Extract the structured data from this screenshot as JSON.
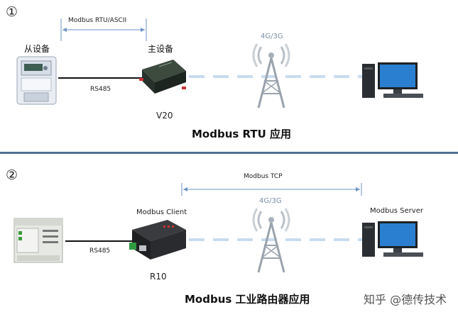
{
  "section1": {
    "number": "①",
    "protocol_label": "Modbus RTU/ASCII",
    "slave_label": "从设备",
    "master_label": "主设备",
    "bus_label": "RS485",
    "network_label": "4G/3G",
    "device_model": "V20",
    "title": "Modbus RTU 应用"
  },
  "section2": {
    "number": "②",
    "protocol_label": "Modbus TCP",
    "network_label": "4G/3G",
    "client_label": "Modbus Client",
    "server_label": "Modbus Server",
    "bus_label": "RS485",
    "device_model": "R10",
    "title": "Modbus 工业路由器应用"
  },
  "watermark": "知乎 @德传技术",
  "colors": {
    "divider": "#4f6f94",
    "dashed_link": "#c9dcef",
    "arrow": "#6b93c4"
  }
}
